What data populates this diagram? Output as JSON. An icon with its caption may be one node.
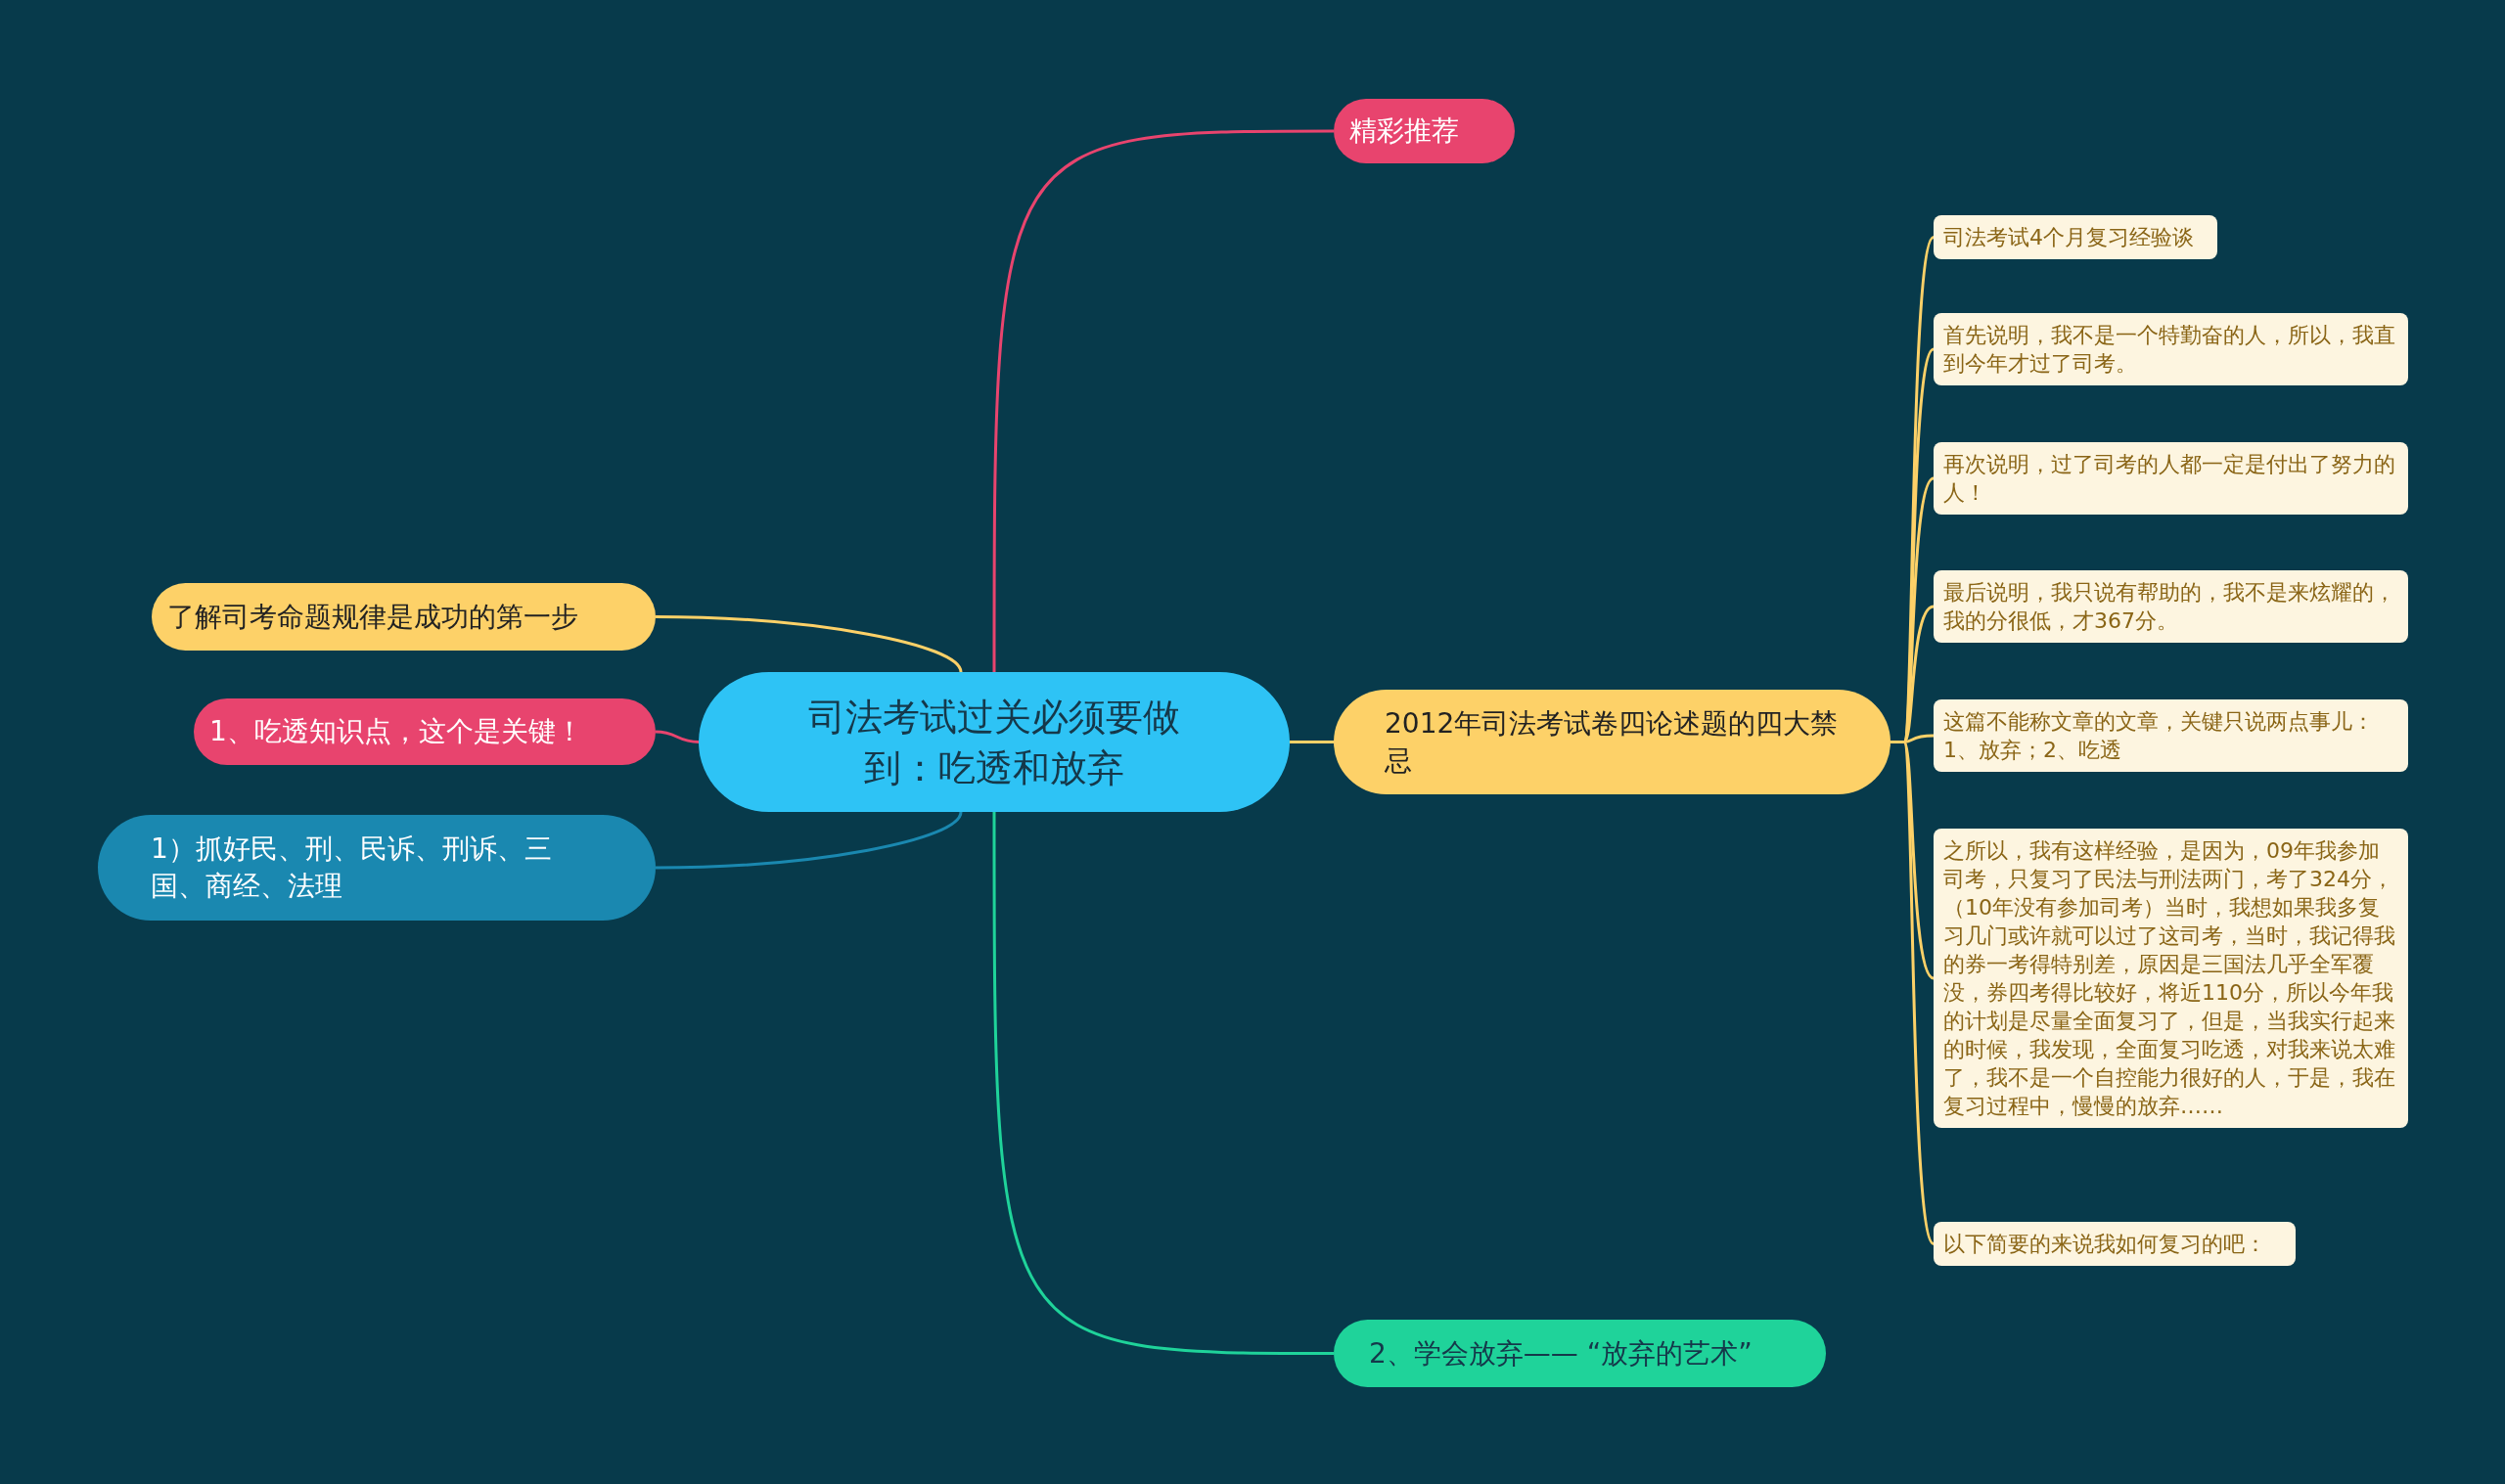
{
  "diagram": {
    "nodes": [
      {
        "text": [
          "司法考试过关必须要做到：吃透和放弃"
        ]
      },
      {
        "text": [
          "精彩推荐"
        ]
      },
      {
        "text": [
          "2012年司法考试卷四论述题的四大禁忌"
        ]
      },
      {
        "text": [
          "司法考试4个月复习经验谈"
        ]
      },
      {
        "text": [
          "首先说明，我不是一个特勤奋的人，所以，我直到今年才过了司考。"
        ]
      },
      {
        "text": [
          "再次说明，过了司考的人都一定是付出了努力的人！"
        ]
      },
      {
        "text": [
          "最后说明，我只说有帮助的，我不是来炫耀的，我的分很低，才367分。"
        ]
      },
      {
        "text": [
          "这篇不能称文章的文章，关键只说两点事儿：1、放弃；2、吃透"
        ]
      },
      {
        "text": [
          "之所以，我有这样经验，是因为，09年我参加司考，只复习了民法与刑法两门，考了324分，（10年没有参加司考）当时，我想如果我多复习几门或许就可以过了这司考，当时，我记得我的券一考得特别差，原因是三国法几乎全军覆没，券四考得比较好，将近110分，所以今年我的计划是尽量全面复习了，但是，当我实行起来的时候，我发现，全面复习吃透，对我来说太难了，我不是一个自控能力很好的人，于是，我在复习过程中，慢慢的放弃……"
        ]
      },
      {
        "text": [
          "以下简要的来说我如何复习的吧："
        ]
      },
      {
        "text": [
          "2、学会放弃—— “放弃的艺术”"
        ]
      },
      {
        "text": [
          "了解司考命题规律是成功的第一步"
        ]
      },
      {
        "text": [
          "1、吃透知识点，这个是关键！"
        ]
      },
      {
        "text": [
          "1）抓好民、刑、民诉、刑诉、三国、商经、法理"
        ]
      }
    ],
    "edges": [
      {
        "from": 0,
        "to": 1,
        "arrow": "none",
        "color": "#e8446e"
      },
      {
        "from": 0,
        "to": 2,
        "arrow": "none"
      },
      {
        "from": 2,
        "to": 3,
        "arrow": "none"
      },
      {
        "from": 2,
        "to": 4,
        "arrow": "none"
      },
      {
        "from": 2,
        "to": 5,
        "arrow": "none"
      },
      {
        "from": 2,
        "to": 6,
        "arrow": "none"
      },
      {
        "from": 2,
        "to": 7,
        "arrow": "none"
      },
      {
        "from": 2,
        "to": 8,
        "arrow": "none"
      },
      {
        "from": 2,
        "to": 9,
        "arrow": "none"
      },
      {
        "from": 0,
        "to": 10,
        "arrow": "none",
        "color": "#1fd39a"
      },
      {
        "from": 0,
        "to": 11,
        "arrow": "none"
      },
      {
        "from": 0,
        "to": 12,
        "arrow": "none",
        "color": "#e8446e"
      },
      {
        "from": 0,
        "to": 13,
        "arrow": "none",
        "color": "#1a88b0"
      }
    ]
  }
}
